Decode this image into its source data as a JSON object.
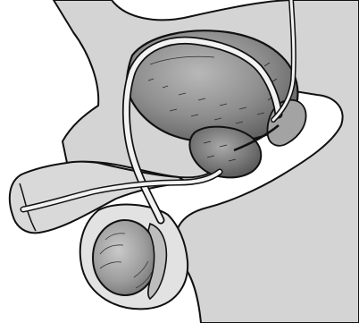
{
  "figure": {
    "kind": "anatomical line illustration, lateral view",
    "palette": {
      "background": "#ffffff",
      "tissue": "#d4d4d4",
      "tissue_light": "#e4e4e4",
      "organ_dark": "#8a8a8a",
      "organ_mid": "#a6a6a6",
      "organ_light": "#cdcdcd",
      "duct": "#f2f2f2",
      "outline": "#111111"
    },
    "structures": [
      {
        "name": "bladder"
      },
      {
        "name": "seminal-vesicle"
      },
      {
        "name": "prostate"
      },
      {
        "name": "urethra"
      },
      {
        "name": "vas-deferens"
      },
      {
        "name": "penis"
      },
      {
        "name": "testis"
      },
      {
        "name": "epididymis"
      },
      {
        "name": "scrotum"
      },
      {
        "name": "ureter"
      }
    ]
  }
}
